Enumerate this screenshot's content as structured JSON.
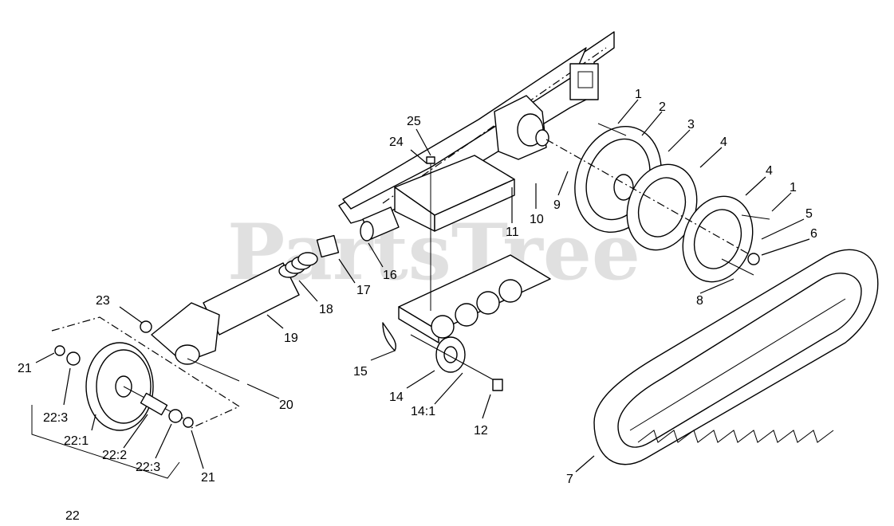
{
  "watermark": "PartsTree",
  "labels": {
    "l1a": "1",
    "l2": "2",
    "l3": "3",
    "l4a": "4",
    "l4b": "4",
    "l1b": "1",
    "l5": "5",
    "l6": "6",
    "l7": "7",
    "l8": "8",
    "l9": "9",
    "l10": "10",
    "l11": "11",
    "l12": "12",
    "l14": "14",
    "l14_1": "14:1",
    "l15": "15",
    "l16": "16",
    "l17": "17",
    "l18": "18",
    "l19": "19",
    "l20": "20",
    "l21a": "21",
    "l21b": "21",
    "l22": "22",
    "l22_1": "22:1",
    "l22_2": "22:2",
    "l22_3a": "22:3",
    "l22_3b": "22:3",
    "l23": "23",
    "l24": "24",
    "l25": "25"
  }
}
